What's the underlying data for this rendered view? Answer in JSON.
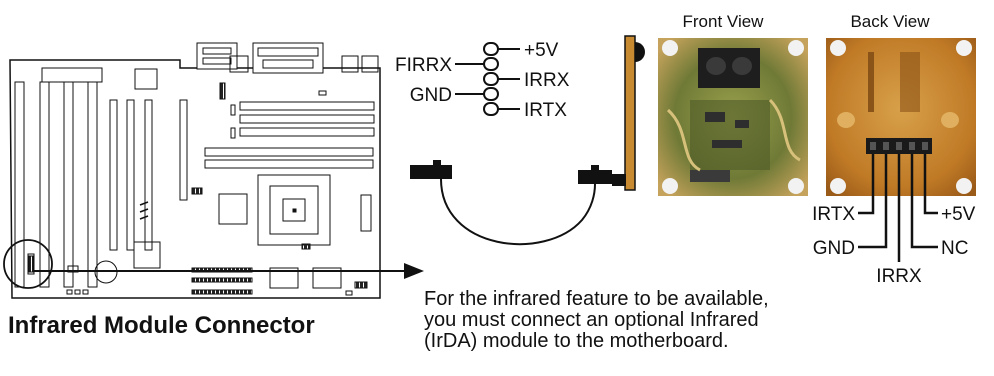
{
  "title": "Infrared Module Connector",
  "note": "For the infrared feature to be available,\nyou must connect an optional Infrared\n(IrDA) module to the motherboard.",
  "connector_pins": {
    "right_top": "+5V",
    "left_mid": "FIRRX",
    "right_mid": "IRRX",
    "left_bot": "GND",
    "right_bot": "IRTX"
  },
  "photos": {
    "front_label": "Front View",
    "back_label": "Back View"
  },
  "back_pins": {
    "irtx": "IRTX",
    "gnd": "GND",
    "irrx": "IRRX",
    "nc": "NC",
    "plus5v": "+5V"
  },
  "colors": {
    "line": "#111111",
    "pcb_front": "#7d8a3e",
    "pcb_back": "#c98a2c"
  }
}
